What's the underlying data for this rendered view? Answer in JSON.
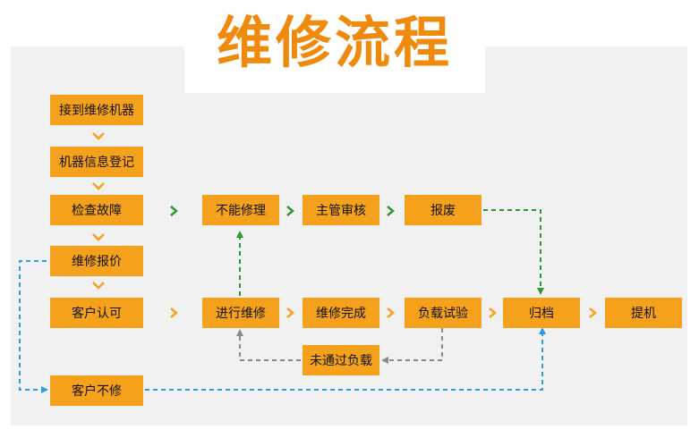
{
  "title": "维修流程",
  "colors": {
    "node": "#f5a11c",
    "title": "#f08a0c",
    "arrow_orange": "#f5a11c",
    "arrow_green": "#2d9a2d",
    "line_green": "#2d9a2d",
    "line_gray": "#8a8a8a",
    "line_blue": "#2a9de0"
  },
  "nodes": {
    "receive": "接到维修机器",
    "register": "机器信息登记",
    "inspect": "检查故障",
    "quote": "维修报价",
    "approve": "客户认可",
    "unfixable": "不能修理",
    "manager_review": "主管审核",
    "scrap": "报废",
    "repair": "进行维修",
    "repair_done": "维修完成",
    "load_test": "负载试验",
    "archive": "归档",
    "pickup": "提机",
    "test_failed": "未通过负载",
    "decline": "客户不修"
  }
}
